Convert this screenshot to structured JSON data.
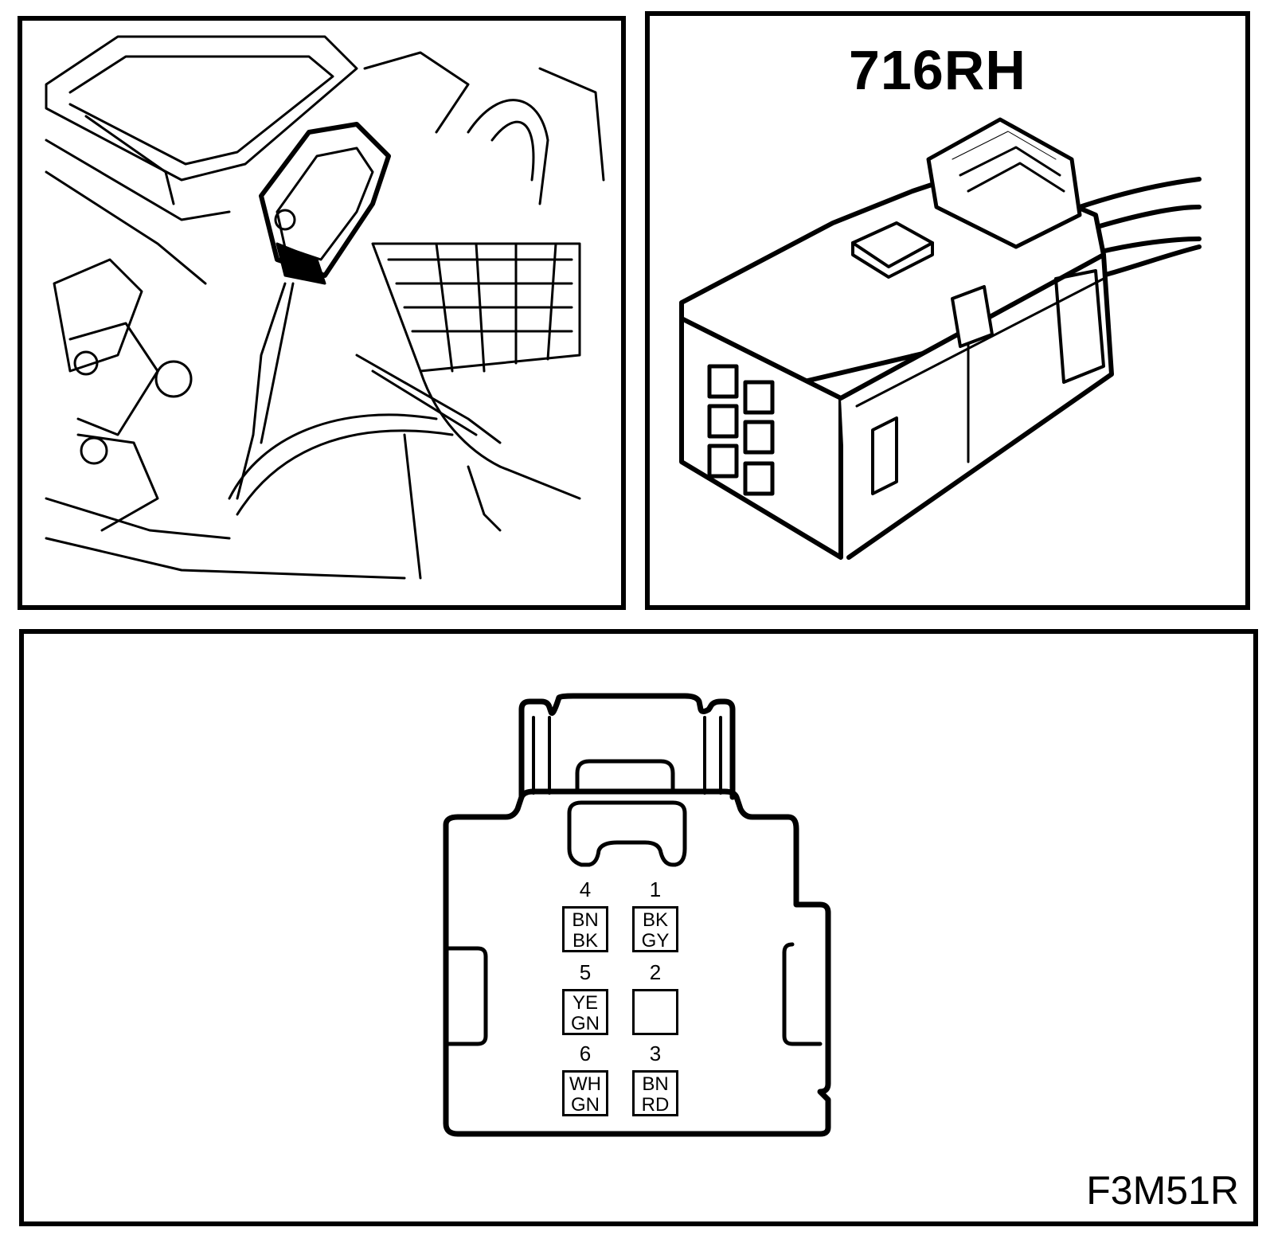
{
  "connector": {
    "title": "716RH",
    "figure_code": "F3M51R",
    "pins": [
      {
        "number": "4",
        "color_line1": "BN",
        "color_line2": "BK"
      },
      {
        "number": "1",
        "color_line1": "BK",
        "color_line2": "GY"
      },
      {
        "number": "5",
        "color_line1": "YE",
        "color_line2": "GN"
      },
      {
        "number": "2",
        "color_line1": "",
        "color_line2": ""
      },
      {
        "number": "6",
        "color_line1": "WH",
        "color_line2": "GN"
      },
      {
        "number": "3",
        "color_line1": "BN",
        "color_line2": "RD"
      }
    ]
  }
}
